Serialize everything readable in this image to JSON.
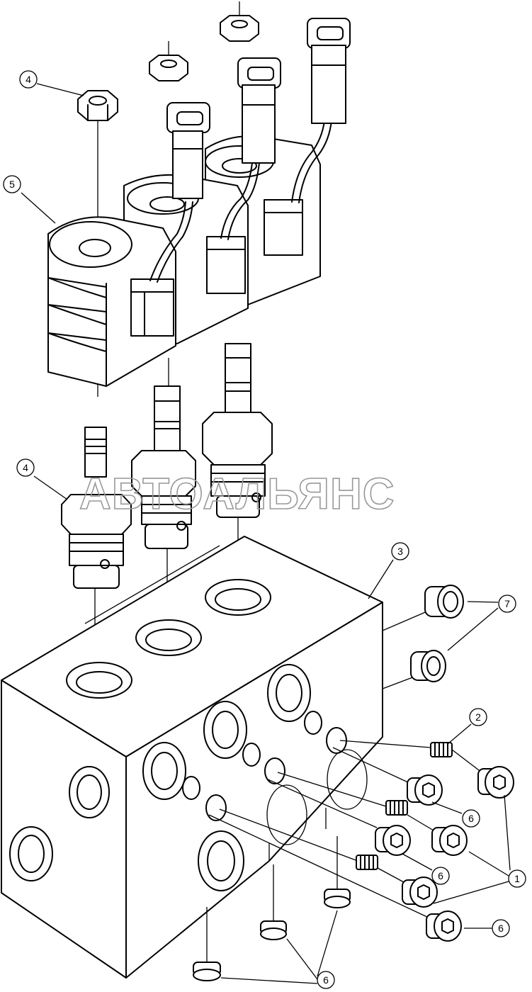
{
  "watermark": "АВТОАЛЬЯНС",
  "callouts": {
    "c1": "1",
    "c2": "2",
    "c3": "3",
    "c4a": "4",
    "c4b": "4",
    "c5": "5",
    "c6a": "6",
    "c6b": "6",
    "c6c": "6",
    "c6d": "6",
    "c7": "7"
  },
  "colors": {
    "line": "#000000",
    "background": "#ffffff",
    "watermark": "#999999"
  }
}
